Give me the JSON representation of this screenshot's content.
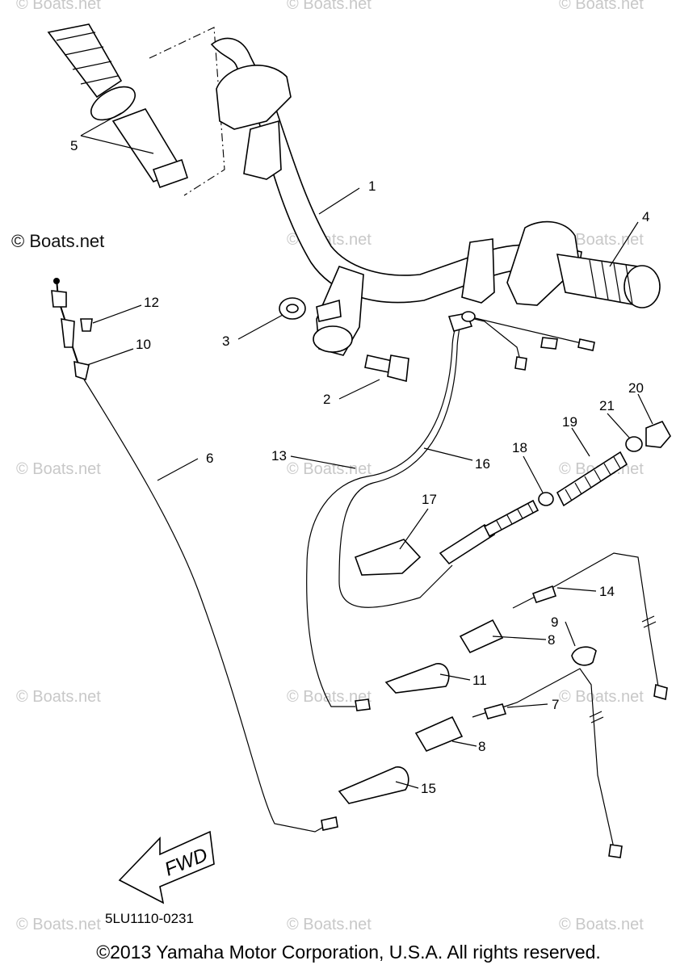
{
  "watermarks": [
    "© Boats.net",
    "© Boats.net",
    "© Boats.net",
    "© Boats.net",
    "© Boats.net",
    "© Boats.net",
    "© Boats.net",
    "© Boats.net",
    "© Boats.net",
    "© Boats.net",
    "© Boats.net",
    "© Boats.net",
    "© Boats.net",
    "© Boats.net",
    "© Boats.net"
  ],
  "watermark_prominent": "© Boats.net",
  "callouts": [
    "1",
    "2",
    "3",
    "4",
    "5",
    "6",
    "7",
    "8",
    "8",
    "9",
    "10",
    "11",
    "12",
    "13",
    "14",
    "15",
    "16",
    "17",
    "18",
    "19",
    "20",
    "21"
  ],
  "fwd_label": "FWD",
  "drawing_code": "5LU1110-0231",
  "copyright": "©2013 Yamaha Motor Corporation, U.S.A. All rights reserved."
}
